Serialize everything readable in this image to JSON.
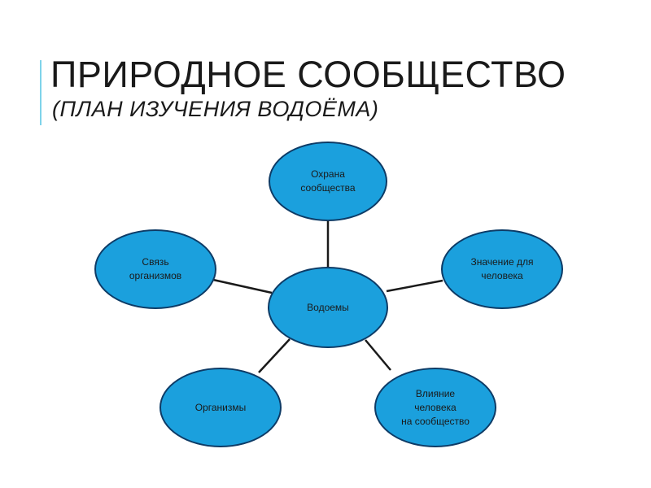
{
  "title": "ПРИРОДНОЕ СООБЩЕСТВО",
  "subtitle": "(ПЛАН ИЗУЧЕНИЯ ВОДОЁМА)",
  "colors": {
    "node_fill": "#1ba0dd",
    "node_border": "#0d3b66",
    "connector": "#1a1a1a",
    "accent": "#7fd3ea"
  },
  "diagram": {
    "center": "Водоемы",
    "nodes": {
      "protection": "Охрана\nсообщества",
      "relations": "Связь\nорганизмов",
      "significance": "Значение для\nчеловека",
      "organisms": "Организмы",
      "influence": "Влияние\nчеловека\nна сообщество"
    }
  }
}
